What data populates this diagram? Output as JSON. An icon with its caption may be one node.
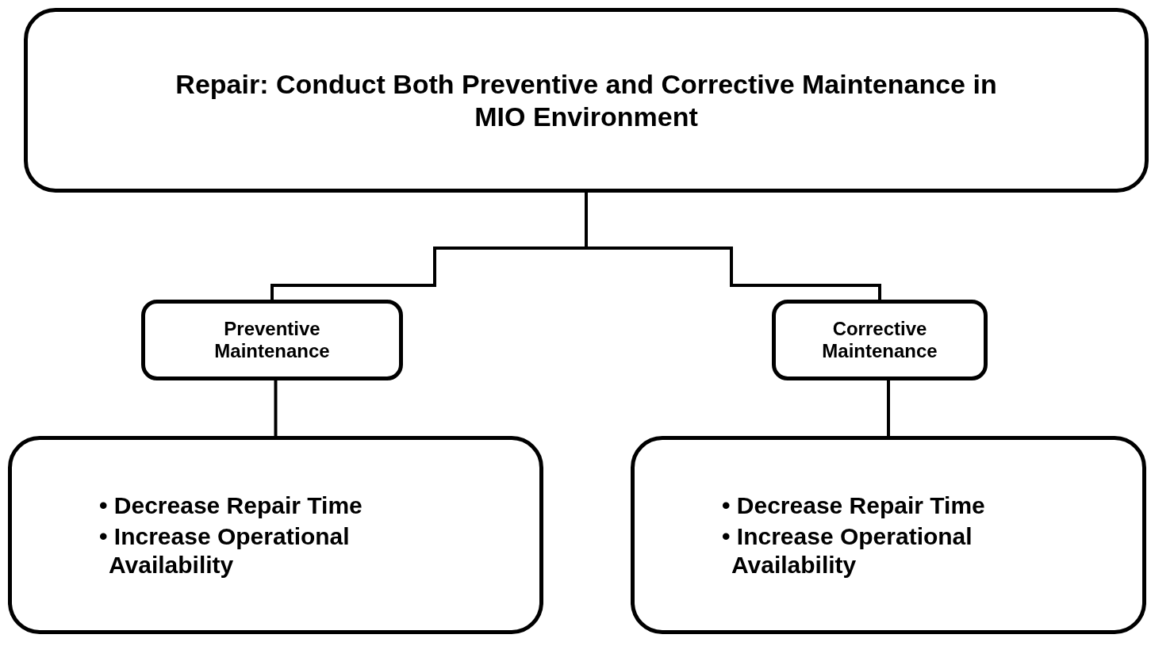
{
  "diagram": {
    "nodes": [
      {
        "text": [
          "Repair: Conduct Both Preventive and Corrective Maintenance in MIO Environment"
        ]
      },
      {
        "text": [
          "Preventive Maintenance"
        ]
      },
      {
        "text": [
          "Corrective Maintenance"
        ]
      },
      {
        "text": [
          "• Decrease Repair Time",
          "• Increase Operational Availability"
        ]
      },
      {
        "text": [
          "• Decrease Repair Time",
          "• Increase Operational Availability"
        ]
      }
    ],
    "edges": [
      {
        "from": 0,
        "to": 1,
        "arrow": "none"
      },
      {
        "from": 0,
        "to": 2,
        "arrow": "none"
      },
      {
        "from": 1,
        "to": 3,
        "arrow": "none"
      },
      {
        "from": 2,
        "to": 4,
        "arrow": "none"
      }
    ]
  }
}
